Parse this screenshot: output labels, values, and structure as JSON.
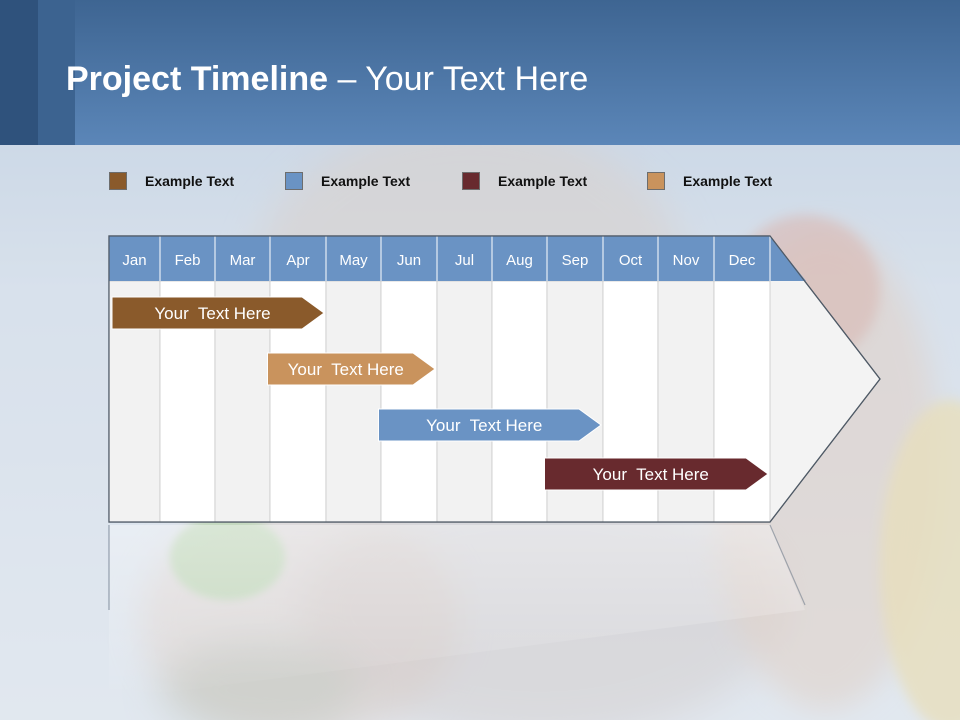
{
  "header": {
    "title_bold": "Project Timeline",
    "title_rest": " – Your Text Here"
  },
  "legend": [
    {
      "label": "Example Text",
      "color": "#8a5a2b"
    },
    {
      "label": "Example Text",
      "color": "#6a93c4"
    },
    {
      "label": "Example Text",
      "color": "#682a2e"
    },
    {
      "label": "Example Text",
      "color": "#c9935d"
    }
  ],
  "timeline": {
    "months": [
      "Jan",
      "Feb",
      "Mar",
      "Apr",
      "May",
      "Jun",
      "Jul",
      "Aug",
      "Sep",
      "Oct",
      "Nov",
      "Dec"
    ],
    "header_color": "#6a93c4",
    "tasks": [
      {
        "label": "Your  Text Here",
        "start_month": 1.0,
        "end_month": 4.0,
        "color": "#8a5a2b"
      },
      {
        "label": "Your  Text Here",
        "start_month": 3.9,
        "end_month": 6.0,
        "color": "#c9935d"
      },
      {
        "label": "Your  Text Here",
        "start_month": 5.9,
        "end_month": 9.0,
        "color": "#6a93c4"
      },
      {
        "label": "Your  Text Here",
        "start_month": 8.9,
        "end_month": 12.0,
        "color": "#682a2e"
      }
    ]
  }
}
